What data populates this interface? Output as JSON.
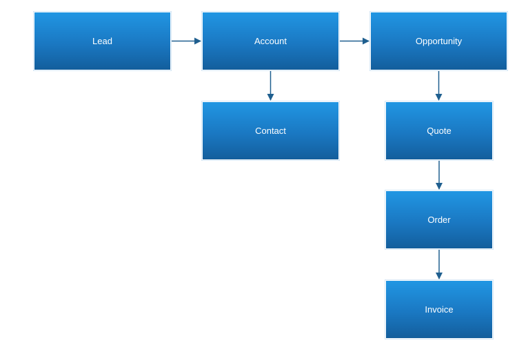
{
  "diagram": {
    "nodes": [
      {
        "id": "lead",
        "label": "Lead"
      },
      {
        "id": "account",
        "label": "Account"
      },
      {
        "id": "opportunity",
        "label": "Opportunity"
      },
      {
        "id": "contact",
        "label": "Contact"
      },
      {
        "id": "quote",
        "label": "Quote"
      },
      {
        "id": "order",
        "label": "Order"
      },
      {
        "id": "invoice",
        "label": "Invoice"
      }
    ],
    "edges": [
      {
        "from": "lead",
        "to": "account"
      },
      {
        "from": "account",
        "to": "opportunity"
      },
      {
        "from": "account",
        "to": "contact"
      },
      {
        "from": "opportunity",
        "to": "quote"
      },
      {
        "from": "quote",
        "to": "order"
      },
      {
        "from": "order",
        "to": "invoice"
      }
    ],
    "colors": {
      "node_fill_top": "#2196e3",
      "node_fill_bottom": "#135e9c",
      "node_text": "#ffffff",
      "connector": "#1f5f8f"
    }
  }
}
